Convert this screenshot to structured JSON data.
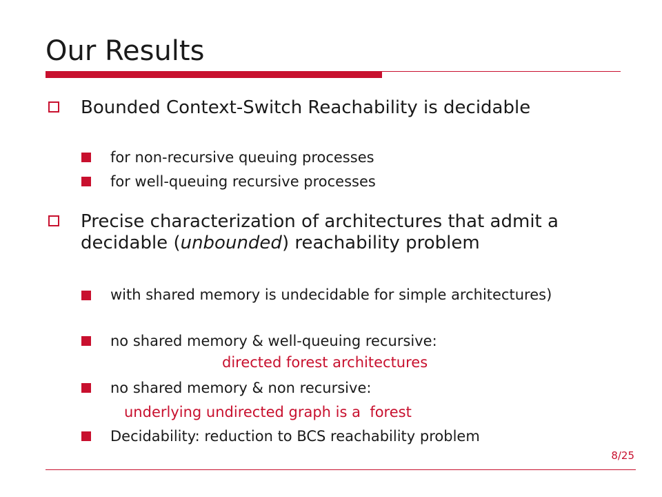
{
  "slide": {
    "title": "Our Results",
    "page_number": "8/25"
  },
  "bullets": {
    "b1": {
      "text": "Bounded Context-Switch Reachability is decidable",
      "sub": [
        "for non-recursive queuing processes",
        "for well-queuing recursive processes"
      ]
    },
    "b2": {
      "text_before": "Precise characterization of architectures that admit a decidable (",
      "text_emph": "unbounded",
      "text_after": ") reachability problem",
      "sub": [
        "with shared memory is undecidable for simple architectures)",
        "no shared memory & well-queuing recursive:",
        "no shared memory & non recursive:",
        "Decidability: reduction to BCS reachability problem"
      ],
      "notes": [
        "directed forest architectures",
        "underlying undirected graph is a  forest"
      ]
    }
  },
  "colors": {
    "accent": "#c8102e",
    "text": "#1a1a1a"
  }
}
